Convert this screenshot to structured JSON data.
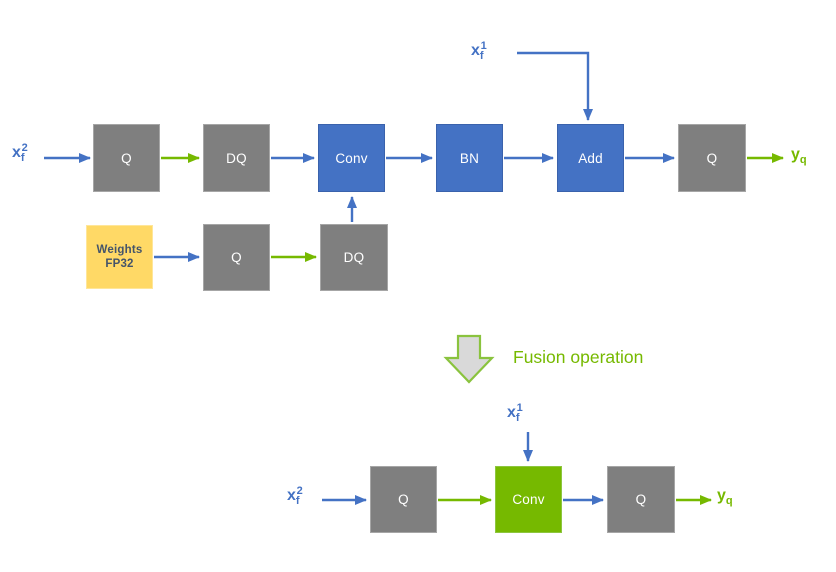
{
  "colors": {
    "blue": "#4472c4",
    "green": "#76b900",
    "gray_fill": "#7f7f7f",
    "gray_border": "#a6a6a6",
    "yellow_fill": "#ffd966",
    "yellow_border": "#ffe699",
    "weights_text": "#44546a",
    "fusion_arrow_fill": "#d9d9d9",
    "fusion_arrow_border": "#8ac33e"
  },
  "top_diagram": {
    "input2": {
      "base": "x",
      "sub": "f",
      "sup": "2"
    },
    "input1": {
      "base": "x",
      "sub": "f",
      "sup": "1"
    },
    "output": {
      "base": "y",
      "sub": "q"
    },
    "boxes": {
      "q1": "Q",
      "dq1": "DQ",
      "conv": "Conv",
      "bn": "BN",
      "add": "Add",
      "q2": "Q"
    },
    "weights": {
      "line1": "Weights",
      "line2": "FP32"
    },
    "q3": "Q",
    "dq2": "DQ"
  },
  "fusion": {
    "label": "Fusion operation"
  },
  "bottom_diagram": {
    "input2": {
      "base": "x",
      "sub": "f",
      "sup": "2"
    },
    "input1": {
      "base": "x",
      "sub": "f",
      "sup": "1"
    },
    "output": {
      "base": "y",
      "sub": "q"
    },
    "boxes": {
      "q1": "Q",
      "conv": "Conv",
      "q2": "Q"
    }
  }
}
